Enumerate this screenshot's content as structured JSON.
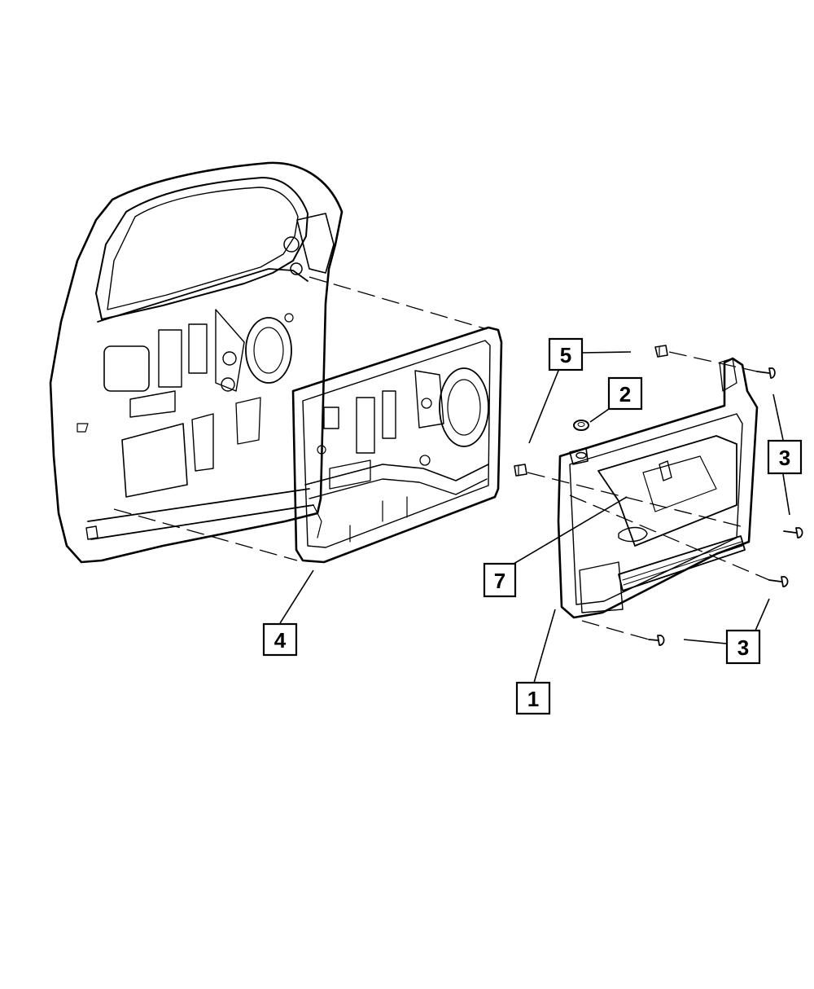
{
  "callouts": [
    {
      "id": "c1",
      "label": "1"
    },
    {
      "id": "c2",
      "label": "2"
    },
    {
      "id": "c3a",
      "label": "3"
    },
    {
      "id": "c3b",
      "label": "3"
    },
    {
      "id": "c4",
      "label": "4"
    },
    {
      "id": "c5",
      "label": "5"
    },
    {
      "id": "c7",
      "label": "7"
    }
  ],
  "parts": [
    "door-shell",
    "water-shield",
    "trim-panel",
    "push-pin-clip",
    "retainer-clip",
    "screw"
  ]
}
